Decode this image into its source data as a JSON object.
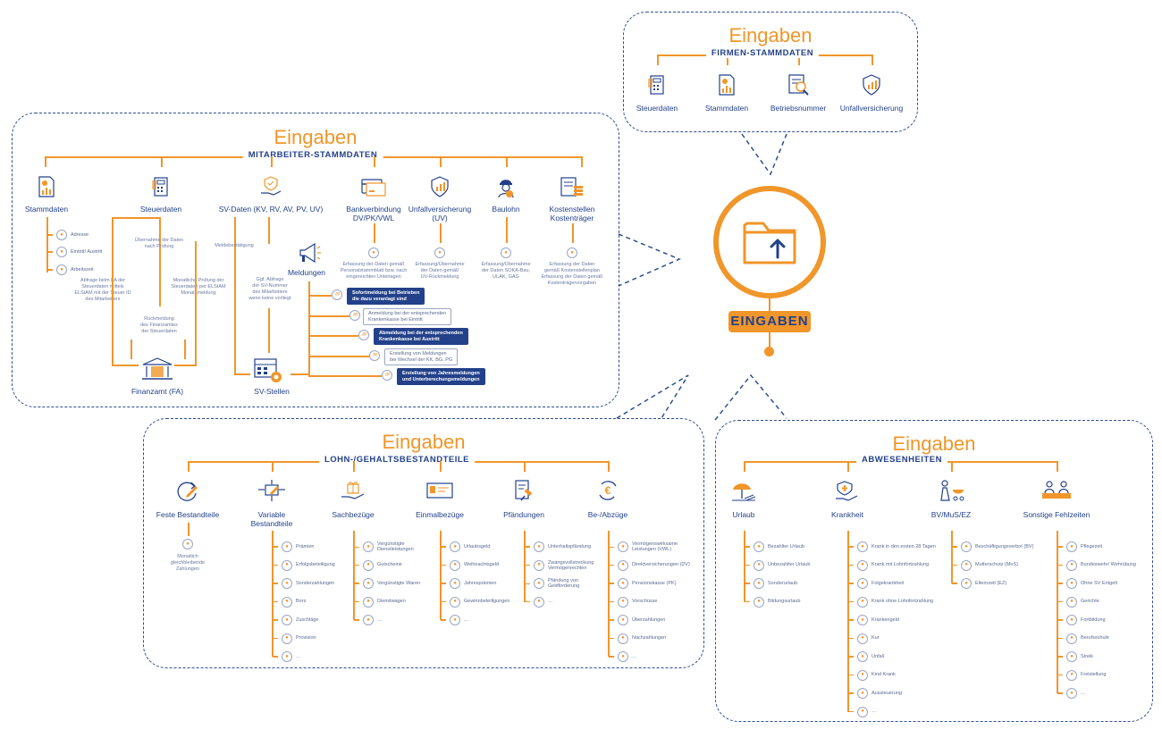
{
  "center": {
    "label": "EINGABEN"
  },
  "firmen": {
    "title": "Eingaben",
    "subtitle": "FIRMEN-STAMMDATEN",
    "items": [
      {
        "label": "Steuerdaten",
        "icon": "calculator-icon"
      },
      {
        "label": "Stammdaten",
        "icon": "document-chart-icon"
      },
      {
        "label": "Betriebsnummer",
        "icon": "magnifier-document-icon"
      },
      {
        "label": "Unfallversicherung",
        "icon": "shield-chart-icon"
      }
    ]
  },
  "mitarbeiter": {
    "title": "Eingaben",
    "subtitle": "MITARBEITER-STAMMDATEN",
    "stammdaten": {
      "label": "Stammdaten",
      "items": [
        "Adresse",
        "Eintritt/ Austritt",
        "Arbeitszeit"
      ]
    },
    "steuerdaten": {
      "label": "Steuerdaten",
      "note1": "Übernahme der Daten\nnach Prüfung",
      "note2": "Abfrage beim FA der\nSteuerdaten mittels\nELStAM mit der Steuer ID\ndes Mitarbeiters",
      "note3": "Monatliche Prüfung der\nSteuerdaten per ELStAM\nMonatsmeldung",
      "note4": "Rückmeldung\ndes Finanzamtes\nder Steuerdaten"
    },
    "finanzamt": "Finanzamt (FA)",
    "svdaten": {
      "label": "SV-Daten (KV, RV, AV, PV, UV)",
      "note1": "Meldebestätigung",
      "note2": "Ggf. Abfrage\nder SV-Nummer\ndes Mitarbeiters\nwenn keine vorliegt"
    },
    "svstellen": "SV-Stellen",
    "meldungen": {
      "label": "Meldungen",
      "items": [
        {
          "text": "Sofortmeldung bei Betrieben\ndie dazu veranlagt sind",
          "dark": true
        },
        {
          "text": "Anmeldung bei der entsprechenden\nKrankenkasse bei Eintritt",
          "dark": false
        },
        {
          "text": "Abmeldung bei der entsprechenden\nKrankenkasse bei Austritt",
          "dark": true
        },
        {
          "text": "Erstellung von Meldungen\nbei Wechsel der KK, BG, PG",
          "dark": false
        },
        {
          "text": "Erstellung von Jahresmeldungen\nund Unterberechungsmeldungen",
          "dark": true
        }
      ]
    },
    "bank": {
      "label": "Bankverbindung\nDV/PK/VWL",
      "note": "Erfassung der Daten gemäß\nPersonalstammblatt bzw. nach\neingereichten Unterlagen"
    },
    "uv": {
      "label": "Unfallversicherung\n(UV)",
      "note": "Erfassung/Übernahme\nder Daten gemäß\nUV-Rückmeldung"
    },
    "baulohn": {
      "label": "Baulohn",
      "note": "Erfassung/Übernahme\nder Daten SOKA-Bau,\nULAK, GAG"
    },
    "kosten": {
      "label": "Kostenstellen\nKostenträger",
      "note": "Erfassung der Daten\ngemäß Kostenstellenplan\nErfassung der Daten gemäß\nKostenträgervorgaben"
    }
  },
  "lohn": {
    "title": "Eingaben",
    "subtitle": "LOHN-/GEHALTSBESTANDTEILE",
    "cols": [
      {
        "label": "Feste Bestandteile",
        "note": "Monatlich\ngleichbleibende\nZahlungen",
        "items": []
      },
      {
        "label": "Variable\nBestandteile",
        "items": [
          "Prämien",
          "Erfolgsbeteiligung",
          "Sonderzahlungen",
          "Boni",
          "Zuschläge",
          "Provision",
          "…"
        ]
      },
      {
        "label": "Sachbezüge",
        "items": [
          "Vergünstigte\nDienstleistungen",
          "Gutscheine",
          "Vergünstigte Waren",
          "Dienstwagen",
          "…"
        ]
      },
      {
        "label": "Einmalbezüge",
        "items": [
          "Urlaubsgeld",
          "Weihnachtsgeld",
          "Jahresprämien",
          "Gewinnbeteiligungen",
          "…"
        ]
      },
      {
        "label": "Pfändungen",
        "items": [
          "Unterhaltspfändung",
          "Zwangsvollstreckung\nVermögenrechten",
          "Pfändung von\nGeldforderung",
          "…"
        ]
      },
      {
        "label": "Be-/Abzüge",
        "items": [
          "Vermögenswirksame\nLeistungen (VWL)",
          "Direktversicherungen (DV)",
          "Pensionskasse (PK)",
          "Vorschüsse",
          "Überzahlungen",
          "Nachzahlungen",
          "…"
        ]
      }
    ]
  },
  "abwesenheiten": {
    "title": "Eingaben",
    "subtitle": "ABWESENHEITEN",
    "cols": [
      {
        "label": "Urlaub",
        "items": [
          "Bezahlter Urlaub",
          "Unbezahlter Urlaub",
          "Sonderurlaub",
          "Bildungsurlaub"
        ]
      },
      {
        "label": "Krankheit",
        "items": [
          "Krank in den ersten 28 Tagen",
          "Krank mit Lohnfortzahlung",
          "Folgekrankheit",
          "Krank ohne Lohnfortzahlung",
          "Krankengeld",
          "Kur",
          "Unfall",
          "Kind Krank",
          "Aussteuerung",
          "…"
        ]
      },
      {
        "label": "BV/MuS/EZ",
        "items": [
          "Beschäftigungsverbot (BV)",
          "Mutterschutz (MuS)",
          "Elternzeit (EZ)"
        ]
      },
      {
        "label": "Sonstige Fehlzeiten",
        "items": [
          "Pflegezeit",
          "Bundeswehr/ Wehrübung",
          "Ohne SV Entgelt",
          "Gerichte",
          "Fortbildung",
          "Berufsschule",
          "Streik",
          "Freistellung",
          "…"
        ]
      }
    ]
  }
}
